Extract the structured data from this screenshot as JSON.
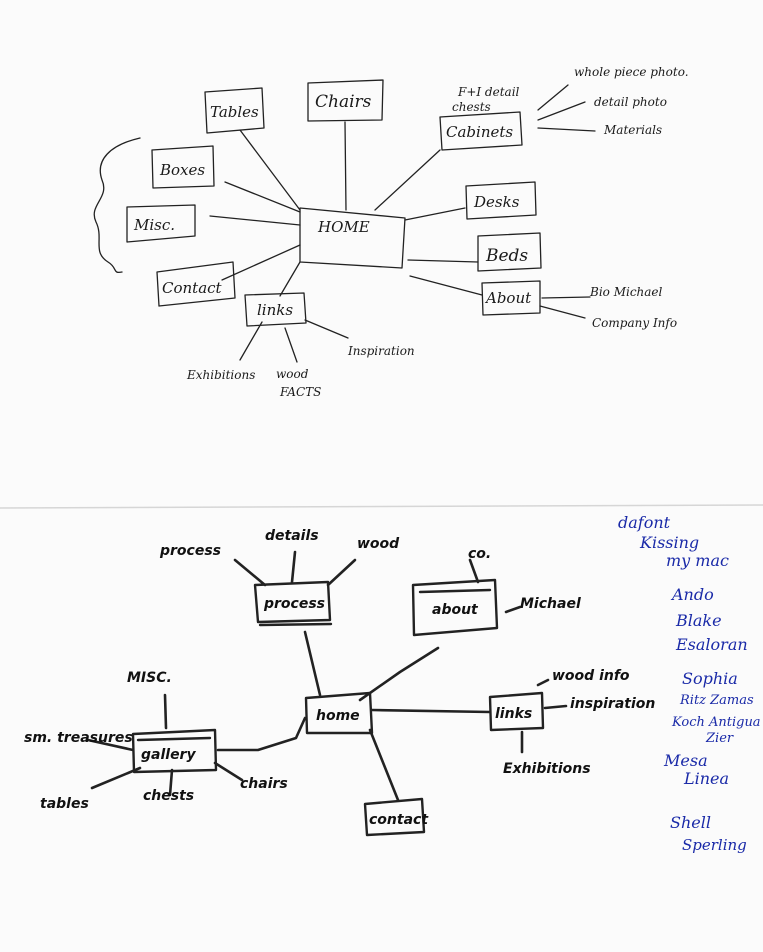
{
  "sketch1": {
    "center": "HOME",
    "nodes": {
      "tables": "Tables",
      "chairs": "Chairs",
      "cabinets": "Cabinets",
      "cabinets_note_line1": "F+I detail",
      "cabinets_note_line2": "chests",
      "boxes": "Boxes",
      "misc": "Misc.",
      "desks": "Desks",
      "beds": "Beds",
      "contact": "Contact",
      "about": "About",
      "links": "links"
    },
    "leaves": {
      "whole_piece_photo": "whole piece photo.",
      "detail_photo": "detail photo",
      "materials": "Materials",
      "bio_michael": "Bio Michael",
      "company_info": "Company Info",
      "exhibitions": "Exhibitions",
      "wood_line1": "wood",
      "wood_line2": "FACTS",
      "inspiration": "Inspiration"
    }
  },
  "sketch2": {
    "center": "home",
    "nodes": {
      "process": "process",
      "about": "about",
      "links": "links",
      "gallery": "gallery",
      "contact": "contact"
    },
    "leaves": {
      "process": "process",
      "details": "details",
      "wood": "wood",
      "co": "co.",
      "michael": "Michael",
      "wood_info": "wood info",
      "inspiration": "inspiration",
      "exhibitions": "Exhibitions",
      "misc": "MISC.",
      "sm_treasures": "sm. treasures",
      "tables": "tables",
      "chests": "chests",
      "chairs": "chairs"
    }
  },
  "notes": [
    "dafont",
    "Kissing",
    "my mac",
    "Ando",
    "Blake",
    "Esaloran",
    "Sophia",
    "Ritz Zamas",
    "Koch Antigua",
    "Zier",
    "Mesa",
    "Linea",
    "Shell",
    "Sperling"
  ]
}
